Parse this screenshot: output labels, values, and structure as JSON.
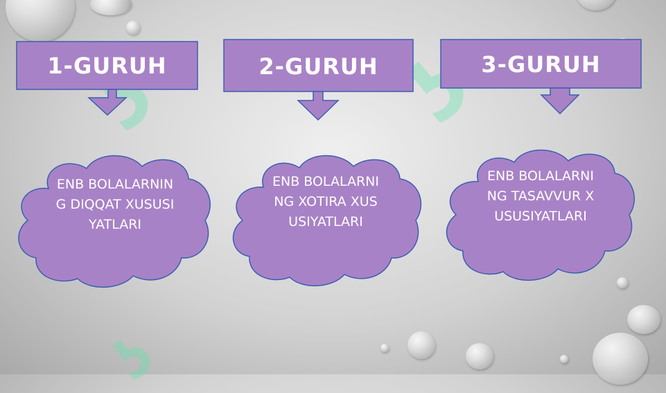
{
  "groups": [
    {
      "title": "1-GURUH",
      "cloud": "ENB BOLALARNING DIQQAT XUSUSIYATLARI"
    },
    {
      "title": "2-GURUH",
      "cloud": "ENB BOLALARNING XOTIRA XUSUSIYATLARI"
    },
    {
      "title": "3-GURUH",
      "cloud": "ENB BOLALARNING TASAVVUR XUSUSIYATLARI"
    }
  ],
  "colors": {
    "box_fill": "#a882c6",
    "box_stroke": "#3a5fb0",
    "text": "#ffffff",
    "background": "#d6d6d6"
  }
}
